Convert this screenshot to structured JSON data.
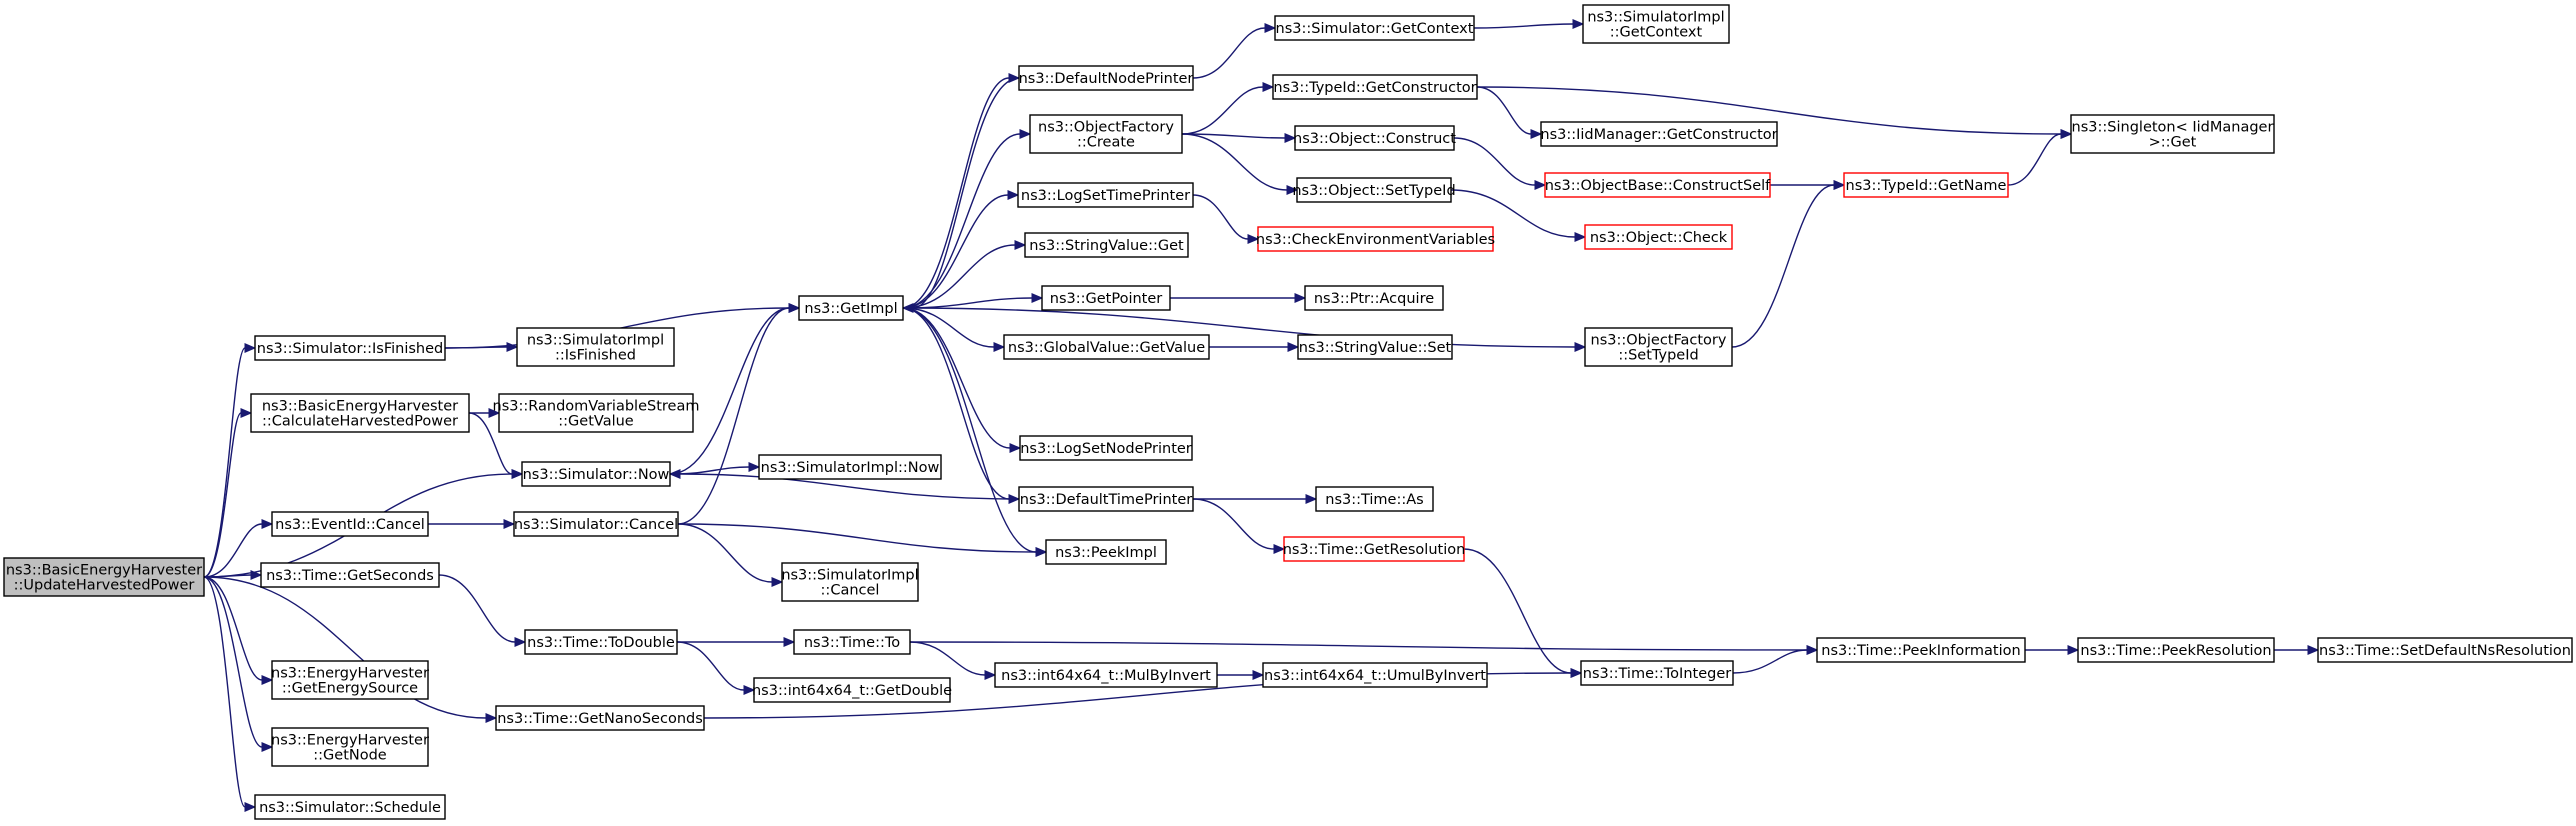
{
  "graph": {
    "nodes": [
      {
        "id": "root",
        "lines": [
          "ns3::BasicEnergyHarvester",
          "::UpdateHarvestedPower"
        ],
        "style": "root"
      },
      {
        "id": "isfinished",
        "lines": [
          "ns3::Simulator::IsFinished"
        ],
        "style": "normal"
      },
      {
        "id": "calc",
        "lines": [
          "ns3::BasicEnergyHarvester",
          "::CalculateHarvestedPower"
        ],
        "style": "normal"
      },
      {
        "id": "eventcancel",
        "lines": [
          "ns3::EventId::Cancel"
        ],
        "style": "normal"
      },
      {
        "id": "getseconds",
        "lines": [
          "ns3::Time::GetSeconds"
        ],
        "style": "normal"
      },
      {
        "id": "getenergysource",
        "lines": [
          "ns3::EnergyHarvester",
          "::GetEnergySource"
        ],
        "style": "normal"
      },
      {
        "id": "getnode",
        "lines": [
          "ns3::EnergyHarvester",
          "::GetNode"
        ],
        "style": "normal"
      },
      {
        "id": "schedule",
        "lines": [
          "ns3::Simulator::Schedule"
        ],
        "style": "normal"
      },
      {
        "id": "simimplisfinished",
        "lines": [
          "ns3::SimulatorImpl",
          "::IsFinished"
        ],
        "style": "normal"
      },
      {
        "id": "rvsgetvalue",
        "lines": [
          "ns3::RandomVariableStream",
          "::GetValue"
        ],
        "style": "normal"
      },
      {
        "id": "now",
        "lines": [
          "ns3::Simulator::Now"
        ],
        "style": "normal"
      },
      {
        "id": "simcancel",
        "lines": [
          "ns3::Simulator::Cancel"
        ],
        "style": "normal"
      },
      {
        "id": "todouble",
        "lines": [
          "ns3::Time::ToDouble"
        ],
        "style": "normal"
      },
      {
        "id": "getnanoseconds",
        "lines": [
          "ns3::Time::GetNanoSeconds"
        ],
        "style": "normal"
      },
      {
        "id": "getimpl",
        "lines": [
          "ns3::GetImpl"
        ],
        "style": "normal"
      },
      {
        "id": "simimplnow",
        "lines": [
          "ns3::SimulatorImpl::Now"
        ],
        "style": "normal"
      },
      {
        "id": "simimplcancel",
        "lines": [
          "ns3::SimulatorImpl",
          "::Cancel"
        ],
        "style": "normal"
      },
      {
        "id": "timeto",
        "lines": [
          "ns3::Time::To"
        ],
        "style": "normal"
      },
      {
        "id": "getdouble",
        "lines": [
          "ns3::int64x64_t::GetDouble"
        ],
        "style": "normal"
      },
      {
        "id": "defaultnodeprinter",
        "lines": [
          "ns3::DefaultNodePrinter"
        ],
        "style": "normal"
      },
      {
        "id": "objfactorycreate",
        "lines": [
          "ns3::ObjectFactory",
          "::Create"
        ],
        "style": "normal"
      },
      {
        "id": "logsettimeprinter",
        "lines": [
          "ns3::LogSetTimePrinter"
        ],
        "style": "normal"
      },
      {
        "id": "stringvalueget",
        "lines": [
          "ns3::StringValue::Get"
        ],
        "style": "normal"
      },
      {
        "id": "getpointer",
        "lines": [
          "ns3::GetPointer"
        ],
        "style": "normal"
      },
      {
        "id": "globalvaluegetvalue",
        "lines": [
          "ns3::GlobalValue::GetValue"
        ],
        "style": "normal"
      },
      {
        "id": "logsetnodeprinter",
        "lines": [
          "ns3::LogSetNodePrinter"
        ],
        "style": "normal"
      },
      {
        "id": "defaulttimeprinter",
        "lines": [
          "ns3::DefaultTimePrinter"
        ],
        "style": "normal"
      },
      {
        "id": "peekimpl",
        "lines": [
          "ns3::PeekImpl"
        ],
        "style": "normal"
      },
      {
        "id": "mulbyinvert",
        "lines": [
          "ns3::int64x64_t::MulByInvert"
        ],
        "style": "normal"
      },
      {
        "id": "umulbyinvert",
        "lines": [
          "ns3::int64x64_t::UmulByInvert"
        ],
        "style": "normal"
      },
      {
        "id": "simgetcontext",
        "lines": [
          "ns3::Simulator::GetContext"
        ],
        "style": "normal"
      },
      {
        "id": "typeidgetconstructor",
        "lines": [
          "ns3::TypeId::GetConstructor"
        ],
        "style": "normal"
      },
      {
        "id": "objconstruct",
        "lines": [
          "ns3::Object::Construct"
        ],
        "style": "normal"
      },
      {
        "id": "objsettypeid",
        "lines": [
          "ns3::Object::SetTypeId"
        ],
        "style": "normal"
      },
      {
        "id": "checkenv",
        "lines": [
          "ns3::CheckEnvironmentVariables"
        ],
        "style": "truncated"
      },
      {
        "id": "ptracquire",
        "lines": [
          "ns3::Ptr::Acquire"
        ],
        "style": "normal"
      },
      {
        "id": "stringvalueset",
        "lines": [
          "ns3::StringValue::Set"
        ],
        "style": "normal"
      },
      {
        "id": "timeas",
        "lines": [
          "ns3::Time::As"
        ],
        "style": "normal"
      },
      {
        "id": "getresolution",
        "lines": [
          "ns3::Time::GetResolution"
        ],
        "style": "truncated"
      },
      {
        "id": "simimplgetcontext",
        "lines": [
          "ns3::SimulatorImpl",
          "::GetContext"
        ],
        "style": "normal"
      },
      {
        "id": "iidmgrgetconstructor",
        "lines": [
          "ns3::IidManager::GetConstructor"
        ],
        "style": "normal"
      },
      {
        "id": "constructself",
        "lines": [
          "ns3::ObjectBase::ConstructSelf"
        ],
        "style": "truncated"
      },
      {
        "id": "objcheck",
        "lines": [
          "ns3::Object::Check"
        ],
        "style": "truncated"
      },
      {
        "id": "objfactorysettypeid",
        "lines": [
          "ns3::ObjectFactory",
          "::SetTypeId"
        ],
        "style": "normal"
      },
      {
        "id": "toint",
        "lines": [
          "ns3::Time::ToInteger"
        ],
        "style": "normal"
      },
      {
        "id": "typeidgetname",
        "lines": [
          "ns3::TypeId::GetName"
        ],
        "style": "truncated"
      },
      {
        "id": "singletonget",
        "lines": [
          "ns3::Singleton< IidManager",
          " >::Get"
        ],
        "style": "normal"
      },
      {
        "id": "peekinformation",
        "lines": [
          "ns3::Time::PeekInformation"
        ],
        "style": "normal"
      },
      {
        "id": "peekresolution",
        "lines": [
          "ns3::Time::PeekResolution"
        ],
        "style": "normal"
      },
      {
        "id": "setdefaultnsres",
        "lines": [
          "ns3::Time::SetDefaultNsResolution"
        ],
        "style": "normal"
      }
    ],
    "edges": [
      [
        "root",
        "isfinished"
      ],
      [
        "root",
        "calc"
      ],
      [
        "root",
        "now"
      ],
      [
        "root",
        "eventcancel"
      ],
      [
        "root",
        "getseconds"
      ],
      [
        "root",
        "getenergysource"
      ],
      [
        "root",
        "getnode"
      ],
      [
        "root",
        "schedule"
      ],
      [
        "root",
        "getnanoseconds"
      ],
      [
        "isfinished",
        "getimpl"
      ],
      [
        "isfinished",
        "simimplisfinished"
      ],
      [
        "calc",
        "rvsgetvalue"
      ],
      [
        "calc",
        "now"
      ],
      [
        "eventcancel",
        "simcancel"
      ],
      [
        "getseconds",
        "todouble"
      ],
      [
        "now",
        "getimpl"
      ],
      [
        "now",
        "simimplnow"
      ],
      [
        "simcancel",
        "getimpl"
      ],
      [
        "simcancel",
        "peekimpl"
      ],
      [
        "simcancel",
        "simimplcancel"
      ],
      [
        "todouble",
        "timeto"
      ],
      [
        "todouble",
        "getdouble"
      ],
      [
        "getnanoseconds",
        "toint"
      ],
      [
        "getimpl",
        "defaultnodeprinter"
      ],
      [
        "getimpl",
        "objfactorycreate"
      ],
      [
        "getimpl",
        "logsettimeprinter"
      ],
      [
        "getimpl",
        "stringvalueget"
      ],
      [
        "getimpl",
        "getpointer"
      ],
      [
        "getimpl",
        "globalvaluegetvalue"
      ],
      [
        "getimpl",
        "logsetnodeprinter"
      ],
      [
        "getimpl",
        "defaulttimeprinter"
      ],
      [
        "getimpl",
        "peekimpl"
      ],
      [
        "getimpl",
        "objfactorysettypeid"
      ],
      [
        "defaultnodeprinter",
        "getimpl"
      ],
      [
        "defaultnodeprinter",
        "simgetcontext"
      ],
      [
        "objfactorycreate",
        "typeidgetconstructor"
      ],
      [
        "objfactorycreate",
        "objconstruct"
      ],
      [
        "objfactorycreate",
        "objsettypeid"
      ],
      [
        "logsettimeprinter",
        "checkenv"
      ],
      [
        "getpointer",
        "ptracquire"
      ],
      [
        "globalvaluegetvalue",
        "stringvalueset"
      ],
      [
        "defaulttimeprinter",
        "now"
      ],
      [
        "defaulttimeprinter",
        "timeas"
      ],
      [
        "defaulttimeprinter",
        "getresolution"
      ],
      [
        "timeto",
        "mulbyinvert"
      ],
      [
        "timeto",
        "peekinformation"
      ],
      [
        "mulbyinvert",
        "umulbyinvert"
      ],
      [
        "simgetcontext",
        "simimplgetcontext"
      ],
      [
        "typeidgetconstructor",
        "iidmgrgetconstructor"
      ],
      [
        "typeidgetconstructor",
        "singletonget"
      ],
      [
        "objconstruct",
        "constructself"
      ],
      [
        "objsettypeid",
        "objcheck"
      ],
      [
        "constructself",
        "typeidgetname"
      ],
      [
        "objfactorysettypeid",
        "typeidgetname"
      ],
      [
        "typeidgetname",
        "singletonget"
      ],
      [
        "getresolution",
        "toint"
      ],
      [
        "toint",
        "peekinformation"
      ],
      [
        "peekinformation",
        "peekresolution"
      ],
      [
        "peekresolution",
        "setdefaultnsres"
      ]
    ]
  },
  "colors": {
    "edge": "#191970",
    "root_fill": "#bfbfbf",
    "node_border": "#000000",
    "truncated_border": "#ff0000",
    "background": "#ffffff"
  }
}
